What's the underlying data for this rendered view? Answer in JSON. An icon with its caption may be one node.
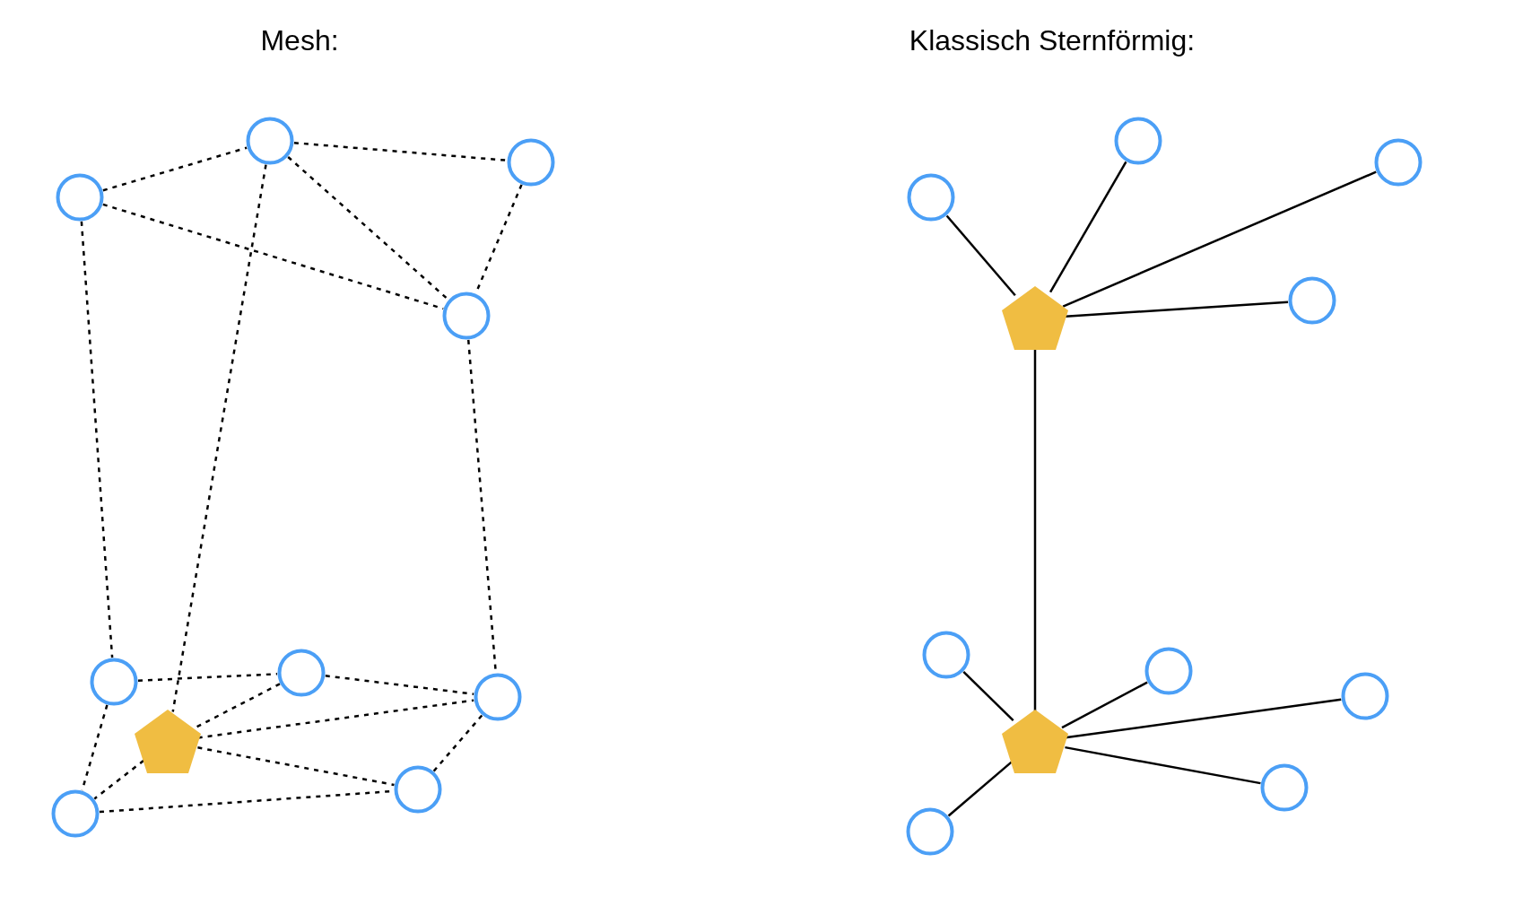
{
  "diagram": {
    "nodes": [
      {
        "text": [],
        "shape": "circle"
      },
      {
        "text": [],
        "shape": "circle"
      },
      {
        "text": [],
        "shape": "circle"
      },
      {
        "text": [],
        "shape": "circle"
      },
      {
        "text": [],
        "shape": "circle"
      },
      {
        "text": [],
        "shape": "circle"
      },
      {
        "text": [],
        "shape": "circle"
      },
      {
        "text": [],
        "shape": "pentagon"
      },
      {
        "text": [],
        "shape": "circle"
      },
      {
        "text": [],
        "shape": "circle"
      },
      {
        "text": [],
        "shape": "circle"
      },
      {
        "text": [],
        "shape": "circle"
      },
      {
        "text": [],
        "shape": "circle"
      },
      {
        "text": [],
        "shape": "pentagon"
      },
      {
        "text": [],
        "shape": "circle"
      },
      {
        "text": [],
        "shape": "circle"
      },
      {
        "text": [],
        "shape": "circle"
      },
      {
        "text": [],
        "shape": "circle"
      },
      {
        "text": [],
        "shape": "pentagon"
      },
      {
        "text": [],
        "shape": "circle"
      },
      {
        "text": [],
        "shape": "circle"
      }
    ],
    "edges": [
      {
        "from": 1,
        "to": 0,
        "arrow": "none",
        "style": "dashed"
      },
      {
        "from": 0,
        "to": 2,
        "arrow": "none",
        "style": "dashed"
      },
      {
        "from": 0,
        "to": 3,
        "arrow": "none",
        "style": "dashed"
      },
      {
        "from": 0,
        "to": 7,
        "arrow": "none",
        "style": "dashed"
      },
      {
        "from": 1,
        "to": 3,
        "arrow": "none",
        "style": "dashed"
      },
      {
        "from": 2,
        "to": 3,
        "arrow": "none",
        "style": "dashed"
      },
      {
        "from": 1,
        "to": 4,
        "arrow": "none",
        "style": "dashed"
      },
      {
        "from": 3,
        "to": 6,
        "arrow": "none",
        "style": "dashed"
      },
      {
        "from": 4,
        "to": 5,
        "arrow": "none",
        "style": "dashed"
      },
      {
        "from": 5,
        "to": 7,
        "arrow": "none",
        "style": "dashed"
      },
      {
        "from": 5,
        "to": 6,
        "arrow": "none",
        "style": "dashed"
      },
      {
        "from": 7,
        "to": 6,
        "arrow": "none",
        "style": "dashed"
      },
      {
        "from": 7,
        "to": 9,
        "arrow": "none",
        "style": "dashed"
      },
      {
        "from": 4,
        "to": 8,
        "arrow": "none",
        "style": "dashed"
      },
      {
        "from": 7,
        "to": 8,
        "arrow": "none",
        "style": "dashed"
      },
      {
        "from": 8,
        "to": 9,
        "arrow": "none",
        "style": "dashed"
      },
      {
        "from": 9,
        "to": 6,
        "arrow": "none",
        "style": "dashed"
      },
      {
        "from": 13,
        "to": 10,
        "arrow": "none"
      },
      {
        "from": 13,
        "to": 11,
        "arrow": "none"
      },
      {
        "from": 13,
        "to": 12,
        "arrow": "none"
      },
      {
        "from": 13,
        "to": 14,
        "arrow": "none"
      },
      {
        "from": 13,
        "to": 18,
        "arrow": "none"
      },
      {
        "from": 18,
        "to": 15,
        "arrow": "none"
      },
      {
        "from": 18,
        "to": 16,
        "arrow": "none"
      },
      {
        "from": 18,
        "to": 17,
        "arrow": "none"
      },
      {
        "from": 18,
        "to": 19,
        "arrow": "none"
      },
      {
        "from": 18,
        "to": 20,
        "arrow": "none"
      }
    ],
    "labels": [
      "Mesh:",
      "Klassisch Sternförmig:"
    ]
  }
}
